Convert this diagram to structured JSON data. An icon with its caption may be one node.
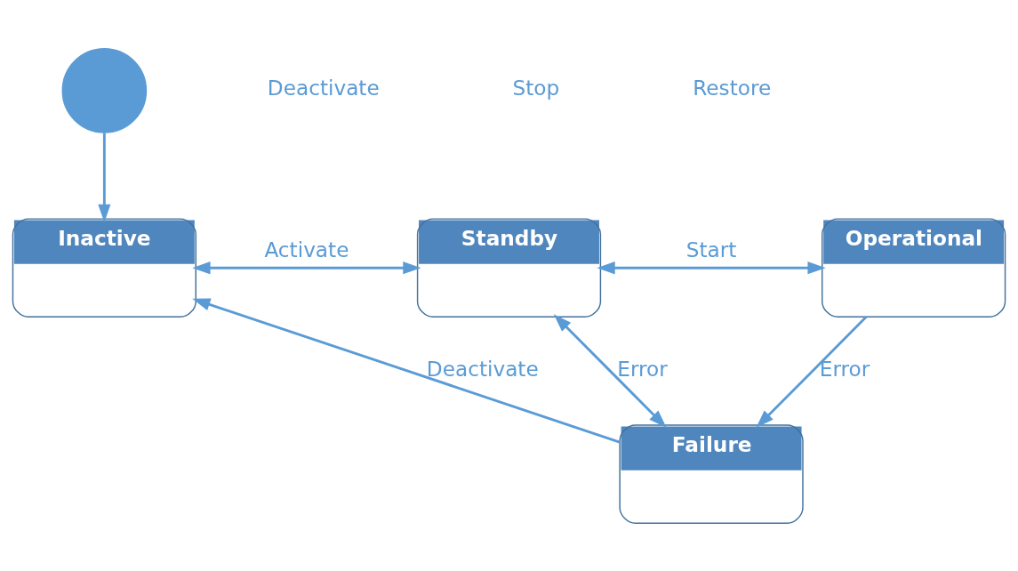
{
  "diagram": {
    "nodes": [
      {
        "text": [],
        "shape": "circle"
      },
      {
        "text": [
          "Inactive"
        ]
      },
      {
        "text": [
          "Standby"
        ]
      },
      {
        "text": [
          "Operational"
        ]
      },
      {
        "text": [
          "Failure"
        ]
      }
    ],
    "edges": [
      {
        "from": 0,
        "to": 1,
        "arrow": "to"
      },
      {
        "from": 1,
        "to": 2,
        "arrow": "both",
        "label": "Activate"
      },
      {
        "from": 2,
        "to": 3,
        "arrow": "both",
        "label": "Start"
      },
      {
        "from": 2,
        "to": 4,
        "arrow": "both",
        "label": "Error"
      },
      {
        "from": 3,
        "to": 4,
        "arrow": "to",
        "label": "Error"
      },
      {
        "from": 4,
        "to": 1,
        "arrow": "to",
        "label": "Deactivate"
      }
    ],
    "labels": [
      "Deactivate",
      "Stop",
      "Restore"
    ]
  }
}
